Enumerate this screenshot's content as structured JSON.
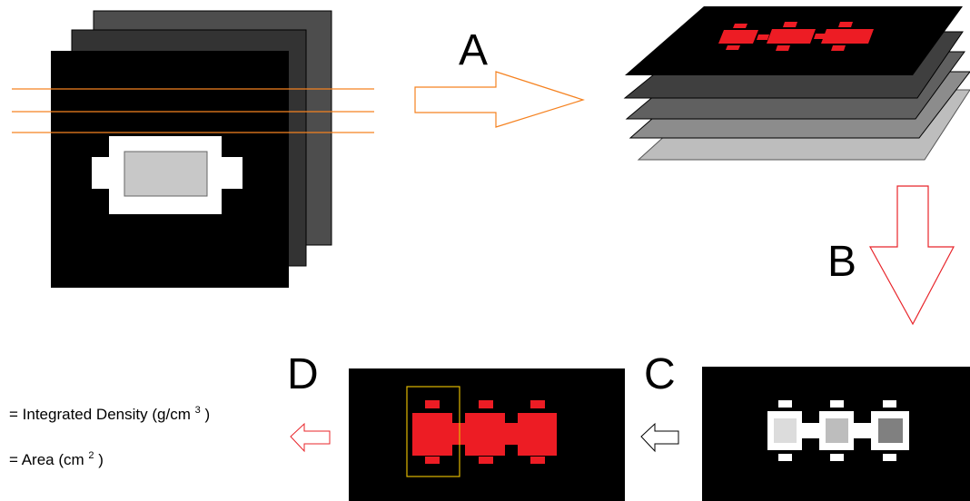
{
  "steps": {
    "a": "A",
    "b": "B",
    "c": "C",
    "d": "D"
  },
  "measurements": {
    "integrated_density": {
      "prefix": "= Integrated Density",
      "unit_open": "(g/cm",
      "exponent": "3",
      "unit_close": ")"
    },
    "area": {
      "prefix": "= Area",
      "unit_open": "(cm",
      "exponent": "2",
      "unit_close": ")"
    }
  },
  "colors": {
    "scan_line": "#f58220",
    "arrow_a": "#f58220",
    "arrow_b": "#e8242a",
    "arrow_c": "#000000",
    "arrow_d": "#e8242a",
    "segment_fill": "#ed1c24",
    "roi_box": "#e0b800",
    "slice_back": "#4d4d4d",
    "slice_mid": "#333333",
    "slice_front": "#000000"
  }
}
